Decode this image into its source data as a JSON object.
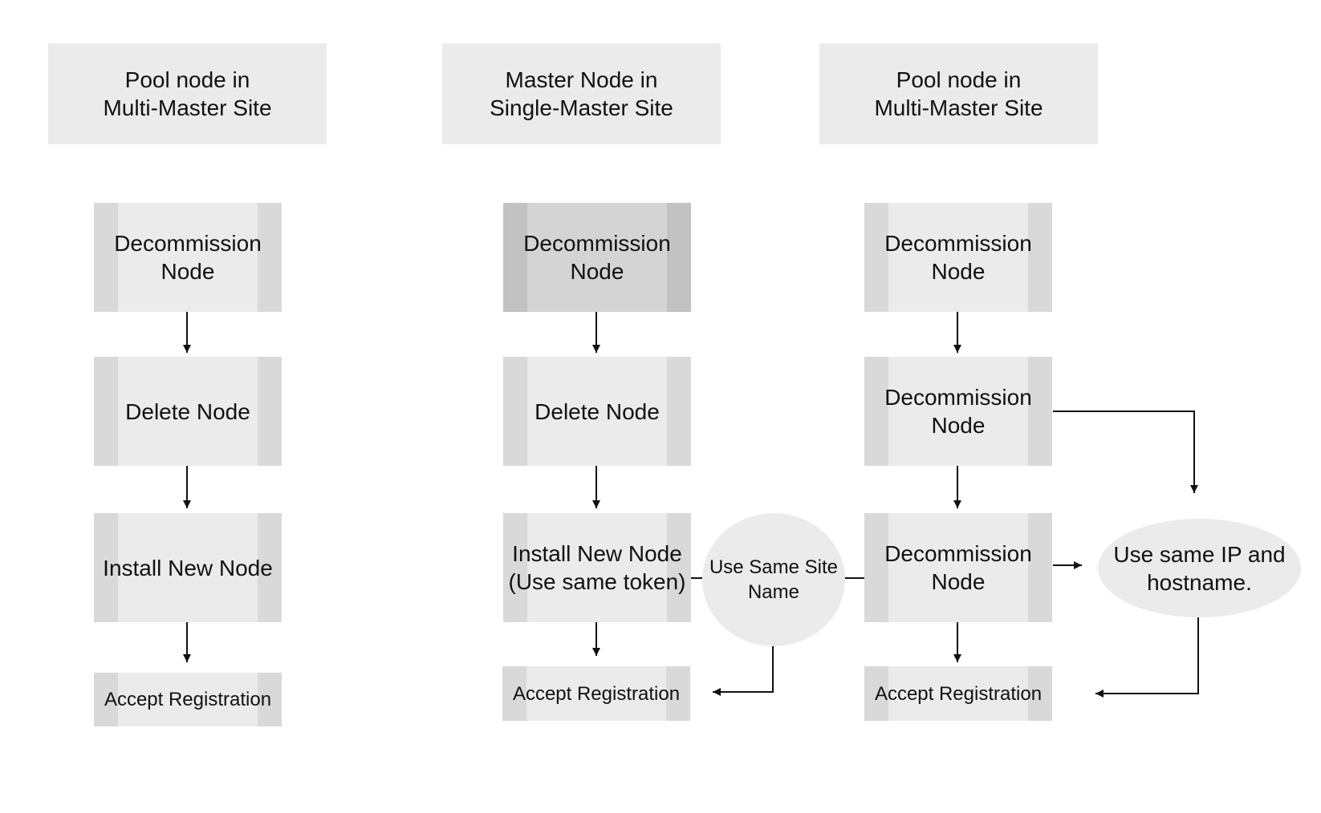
{
  "headers": {
    "left": "Pool node in\nMulti-Master Site",
    "middle": "Master Node in\nSingle-Master Site",
    "right": "Pool node in\nMulti-Master Site"
  },
  "left_flow": {
    "step1": "Decommission\nNode",
    "step2": "Delete Node",
    "step3": "Install New Node",
    "step4": "Accept Registration"
  },
  "middle_flow": {
    "step1": "Decommission\nNode",
    "step2": "Delete Node",
    "step3": "Install New Node\n(Use same token)",
    "step4": "Accept Registration"
  },
  "right_flow": {
    "step1": "Decommission\nNode",
    "step2": "Decommission\nNode",
    "step3": "Decommission\nNode",
    "step4": "Accept Registration"
  },
  "notes": {
    "same_site": "Use Same Site\nName",
    "same_ip": "Use same IP and\nhostname."
  },
  "colors": {
    "box_fill": "#ebebeb",
    "box_side": "#d9d9d9",
    "highlight_fill": "#d4d4d4",
    "highlight_side": "#c2c2c2",
    "arrow": "#111111"
  }
}
